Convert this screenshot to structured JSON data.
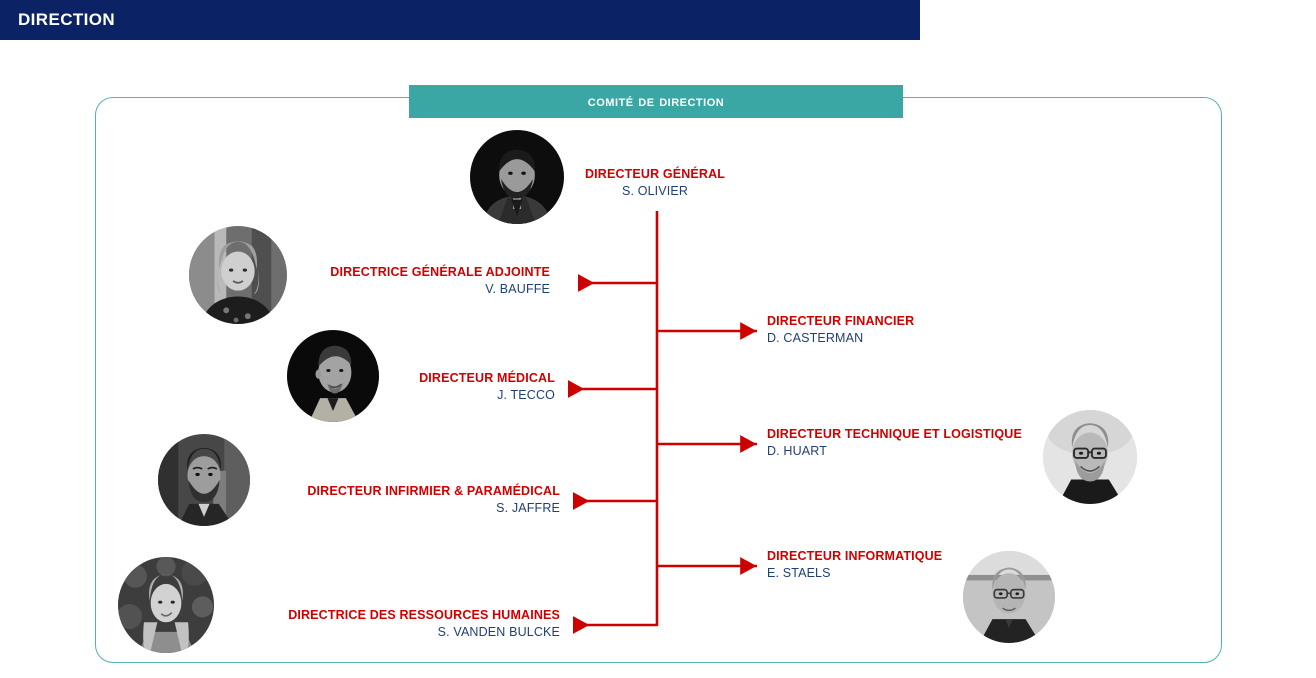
{
  "header": {
    "title": "DIRECTION",
    "bar_color": "#0B2265"
  },
  "banner": {
    "title": "Comité de Direction",
    "color": "#3BA7A4"
  },
  "panel": {
    "border_color": "#55B0B0"
  },
  "colors": {
    "role_red": "#D00000",
    "person_blue": "#1F3F77",
    "connector_red": "#CC0000",
    "header_navy": "#0B2265",
    "teal": "#3BA7A4"
  },
  "nodes": [
    {
      "id": "directeur-general",
      "role": "DIRECTEUR GÉNÉRAL",
      "person": "S. OLIVIER",
      "side": "top",
      "photo": "portrait-bearded-man-suit"
    },
    {
      "id": "directrice-generale-adjointe",
      "role": "DIRECTRICE GÉNÉRALE ADJOINTE",
      "person": "V. BAUFFE",
      "side": "left",
      "photo": "portrait-woman-short-hair"
    },
    {
      "id": "directeur-financier",
      "role": "DIRECTEUR FINANCIER",
      "person": "D. CASTERMAN",
      "side": "right",
      "photo": null
    },
    {
      "id": "directeur-medical",
      "role": "DIRECTEUR MÉDICAL",
      "person": "J. TECCO",
      "side": "left",
      "photo": "portrait-man-goatee"
    },
    {
      "id": "directeur-technique-logistique",
      "role": "DIRECTEUR TECHNIQUE ET LOGISTIQUE",
      "person": "D. HUART",
      "side": "right",
      "photo": "portrait-man-glasses-beard"
    },
    {
      "id": "directeur-infirmier-paramedical",
      "role": "DIRECTEUR INFIRMIER & PARAMÉDICAL",
      "person": "S. JAFFRE",
      "side": "left",
      "photo": "portrait-man-dark-beard"
    },
    {
      "id": "directeur-informatique",
      "role": "DIRECTEUR INFORMATIQUE",
      "person": "E. STAELS",
      "side": "right",
      "photo": "portrait-man-glasses-outdoor"
    },
    {
      "id": "directrice-ressources-humaines",
      "role": "DIRECTRICE DES RESSOURCES HUMAINES",
      "person": "S. VANDEN BULCKE",
      "side": "left",
      "photo": "portrait-woman-long-hair"
    }
  ]
}
